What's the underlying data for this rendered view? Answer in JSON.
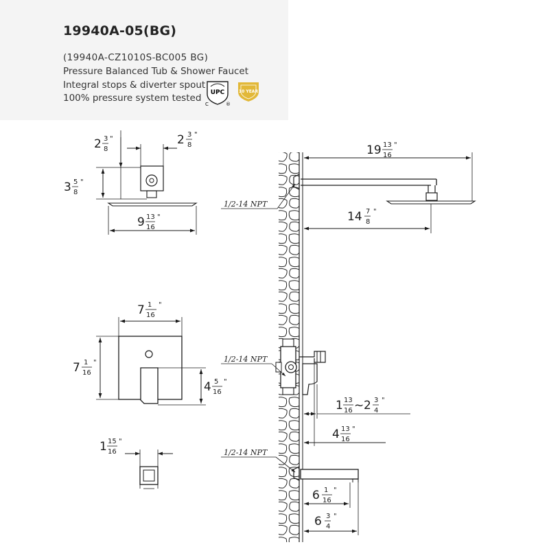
{
  "header": {
    "model": "19940A-05(BG)",
    "lines": [
      "(19940A-CZ1010S-BC005  BG)",
      "Pressure Balanced Tub & Shower Faucet",
      "Integral stops & diverter spout",
      "100% pressure system tested"
    ],
    "cert_upc": {
      "text": "UPC",
      "sub_left": "C",
      "sub_right": "®"
    },
    "cert_warranty": {
      "text": "10 YEAR",
      "color": "#e2b838"
    }
  },
  "dimensions": {
    "head_top_width": {
      "whole": "2",
      "num": "3",
      "den": "8",
      "unit": "\""
    },
    "head_top_left": {
      "whole": "2",
      "num": "3",
      "den": "8",
      "unit": "\""
    },
    "head_height": {
      "whole": "3",
      "num": "5",
      "den": "8",
      "unit": "\""
    },
    "head_diameter": {
      "whole": "9",
      "num": "13",
      "den": "16",
      "unit": "\""
    },
    "trim_width": {
      "whole": "7",
      "num": "1",
      "den": "16",
      "unit": "\""
    },
    "trim_height": {
      "whole": "7",
      "num": "1",
      "den": "16",
      "unit": "\""
    },
    "handle_height": {
      "whole": "4",
      "num": "5",
      "den": "16",
      "unit": "\""
    },
    "stop_width": {
      "whole": "1",
      "num": "15",
      "den": "16",
      "unit": "\""
    },
    "arm_length": {
      "whole": "19",
      "num": "13",
      "den": "16",
      "unit": "\""
    },
    "arm_reach": {
      "whole": "14",
      "num": "7",
      "den": "8",
      "unit": "\""
    },
    "valve_depth": {
      "whole1": "1",
      "num1": "13",
      "den1": "16",
      "sep": "~",
      "whole2": "2",
      "num2": "3",
      "den2": "4",
      "unit": "\""
    },
    "handle_depth": {
      "whole": "4",
      "num": "13",
      "den": "16",
      "unit": "\""
    },
    "spout_short": {
      "whole": "6",
      "num": "1",
      "den": "16",
      "unit": "\""
    },
    "spout_long": {
      "whole": "6",
      "num": "3",
      "den": "4",
      "unit": "\""
    }
  },
  "callouts": {
    "npt_arm": "1/2-14 NPT",
    "npt_valve": "1/2-14 NPT",
    "npt_spout": "1/2-14 NPT"
  },
  "colors": {
    "line": "#1a1a1a",
    "header_bg": "#f4f4f4",
    "gold": "#e2b838"
  }
}
